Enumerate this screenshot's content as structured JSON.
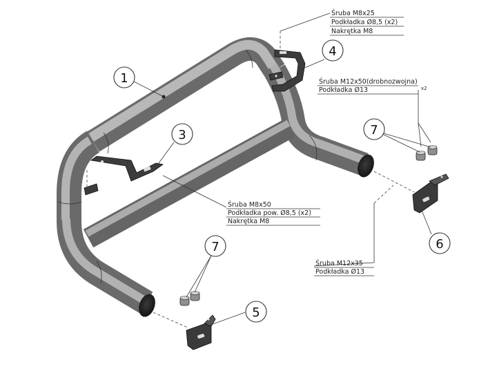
{
  "balloons": {
    "b1": "1",
    "b3": "3",
    "b4": "4",
    "b5": "5",
    "b6": "6",
    "b7a": "7",
    "b7b": "7"
  },
  "callouts": {
    "part4": {
      "line1": "Śruba M8x25",
      "line2": "Podkładka  Ø8,5 (x2)",
      "line3": "Nakrętka M8"
    },
    "part7_top": {
      "line1": "Śruba M12x50(drobnozwojna)",
      "line2": "Podkładka  Ø13",
      "multiplier": "x2"
    },
    "part3": {
      "line1": "Śruba M8x50",
      "line2": "Podkładka pow. Ø8,5 (x2)",
      "line3": "Nakrętka M8"
    },
    "part6": {
      "line1": "Śruba M12x35",
      "line2": "Podkładka  Ø13"
    }
  },
  "colors": {
    "tube_dark": "#5e5e5e",
    "tube_mid": "#8c8c8c",
    "tube_light": "#bdbdbd",
    "bracket": "#3a3a3a"
  }
}
